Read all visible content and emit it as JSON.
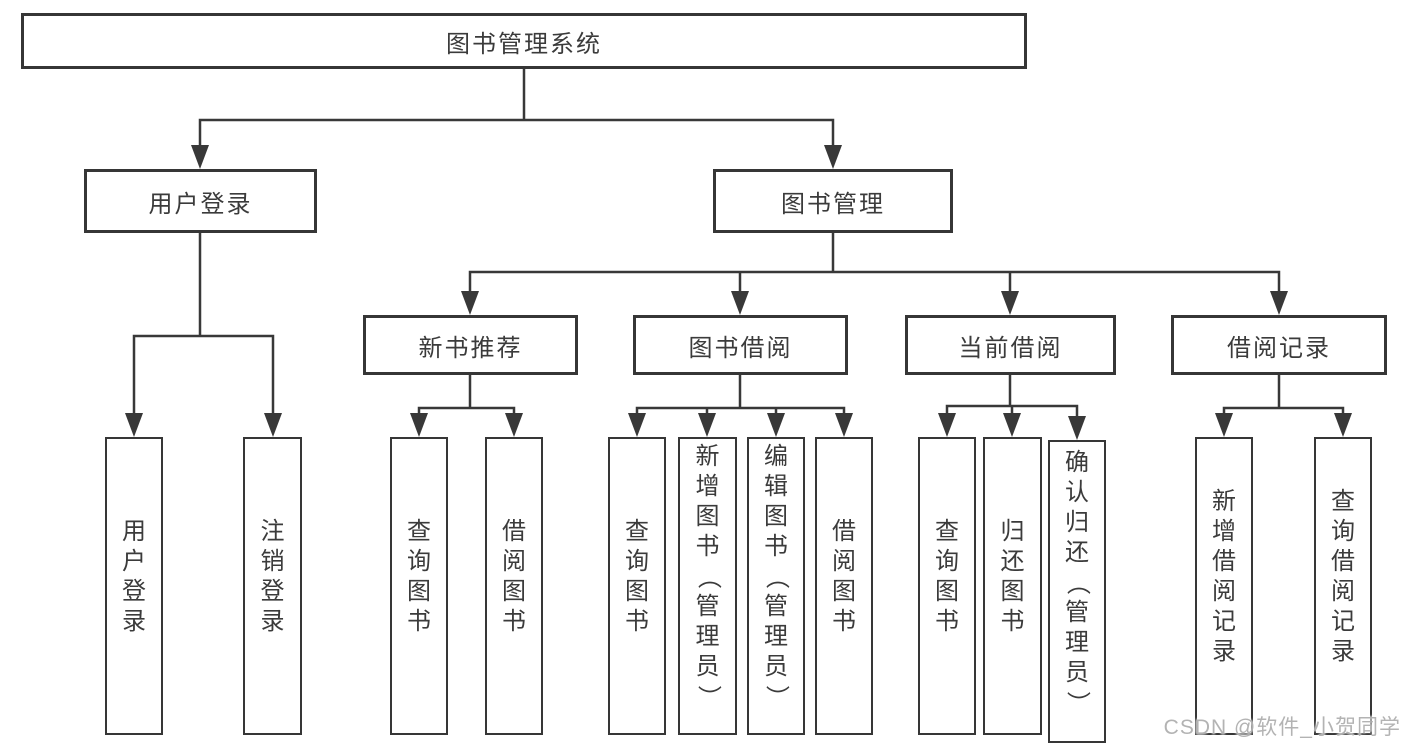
{
  "diagram_title": "图书管理系统",
  "tree": {
    "root": {
      "label": "图书管理系统"
    },
    "branches": [
      {
        "label": "用户登录",
        "children": [
          {
            "label": "用户登录"
          },
          {
            "label": "注销登录"
          }
        ]
      },
      {
        "label": "图书管理",
        "children": [
          {
            "label": "新书推荐",
            "children": [
              {
                "label": "查询图书"
              },
              {
                "label": "借阅图书"
              }
            ]
          },
          {
            "label": "图书借阅",
            "children": [
              {
                "label": "查询图书"
              },
              {
                "label": "新增图书（管理员）"
              },
              {
                "label": "编辑图书（管理员）"
              },
              {
                "label": "借阅图书"
              }
            ]
          },
          {
            "label": "当前借阅",
            "children": [
              {
                "label": "查询图书"
              },
              {
                "label": "归还图书"
              },
              {
                "label": "确认归还（管理员）"
              }
            ]
          },
          {
            "label": "借阅记录",
            "children": [
              {
                "label": "新增借阅记录"
              },
              {
                "label": "查询借阅记录"
              }
            ]
          }
        ]
      }
    ]
  },
  "watermark": "CSDN @软件_小贺同学",
  "colors": {
    "line": "#383838",
    "box_border": "#363636",
    "text": "#3b3b3b",
    "watermark": "#acacac",
    "background": "#ffffff"
  }
}
